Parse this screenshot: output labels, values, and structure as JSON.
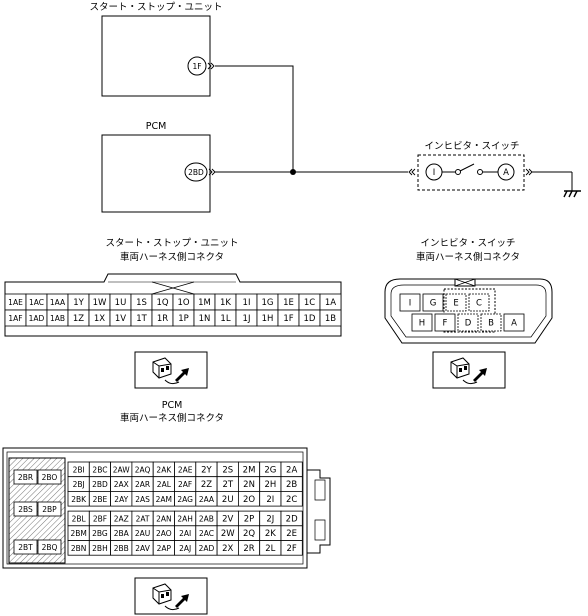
{
  "labels": {
    "ssu_box": "スタート・ストップ・ユニット",
    "pcm_box": "PCM",
    "inhibitor_box": "インヒビタ・スイッチ",
    "ssu_conn_line1": "スタート・ストップ・ユニット",
    "ssu_conn_line2": "車両ハーネス側コネクタ",
    "inh_conn_line1": "インヒビタ・スイッチ",
    "inh_conn_line2": "車両ハーネス側コネクタ",
    "pcm_conn_line1": "PCM",
    "pcm_conn_line2": "車両ハーネス側コネクタ"
  },
  "schematic": {
    "ssu_terminal": "1F",
    "pcm_terminal": "2BD",
    "inh_terminal_left": "I",
    "inh_terminal_right": "A"
  },
  "ssu_connector": {
    "top_row": [
      "1AE",
      "1AC",
      "1AA",
      "1Y",
      "1W",
      "1U",
      "1S",
      "1Q",
      "1O",
      "1M",
      "1K",
      "1I",
      "1G",
      "1E",
      "1C",
      "1A"
    ],
    "bottom_row": [
      "1AF",
      "1AD",
      "1AB",
      "1Z",
      "1X",
      "1V",
      "1T",
      "1R",
      "1P",
      "1N",
      "1L",
      "1J",
      "1H",
      "1F",
      "1D",
      "1B"
    ]
  },
  "inh_connector": {
    "top_row": [
      "I",
      "G",
      "E",
      "C"
    ],
    "bottom_row": [
      "H",
      "F",
      "D",
      "B",
      "A"
    ]
  },
  "pcm_connector": {
    "left_pins": [
      "2BR",
      "2BO",
      "2BS",
      "2BP",
      "2BT",
      "2BQ"
    ],
    "rows": [
      [
        "2BI",
        "2BC",
        "2AW",
        "2AQ",
        "2AK",
        "2AE",
        "2Y",
        "2S",
        "2M",
        "2G",
        "2A"
      ],
      [
        "2BJ",
        "2BD",
        "2AX",
        "2AR",
        "2AL",
        "2AF",
        "2Z",
        "2T",
        "2N",
        "2H",
        "2B"
      ],
      [
        "2BK",
        "2BE",
        "2AY",
        "2AS",
        "2AM",
        "2AG",
        "2AA",
        "2U",
        "2O",
        "2I",
        "2C"
      ],
      [
        "2BL",
        "2BF",
        "2AZ",
        "2AT",
        "2AN",
        "2AH",
        "2AB",
        "2V",
        "2P",
        "2J",
        "2D"
      ],
      [
        "2BM",
        "2BG",
        "2BA",
        "2AU",
        "2AO",
        "2AI",
        "2AC",
        "2W",
        "2Q",
        "2K",
        "2E"
      ],
      [
        "2BN",
        "2BH",
        "2BB",
        "2AV",
        "2AP",
        "2AJ",
        "2AD",
        "2X",
        "2R",
        "2L",
        "2F"
      ]
    ]
  },
  "icons": [
    "connector-view-icon",
    "connector-view-icon",
    "connector-view-icon"
  ]
}
